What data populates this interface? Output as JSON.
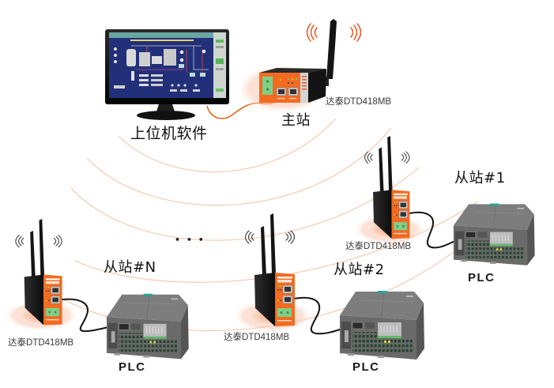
{
  "host": {
    "label": "上位机软件",
    "icon": "monitor-icon"
  },
  "master": {
    "label": "主站",
    "device_label": "达泰DTD418MB",
    "icon": "router-icon"
  },
  "slaves": [
    {
      "label": "从站#1",
      "device_label": "达泰DTD418MB",
      "plc_label": "PLC"
    },
    {
      "label": "从站#2",
      "device_label": "达泰DTD418MB",
      "plc_label": "PLC"
    },
    {
      "label": "从站#N",
      "device_label": "达泰DTD418MB",
      "plc_label": "PLC"
    }
  ],
  "ellipsis": "• • •",
  "icons": {
    "signal": "wireless-signal-icon",
    "router": "router-icon",
    "plc": "plc-icon",
    "antenna": "antenna-icon"
  },
  "colors": {
    "accent_orange": "#e8602a",
    "device_orange": "#f26b21",
    "signal_arc": "#f2c09e",
    "cable_orange": "#e8681f",
    "cable_black": "#141414",
    "screen_blue": "#22307a",
    "terminal_green": "#7fcf88"
  }
}
